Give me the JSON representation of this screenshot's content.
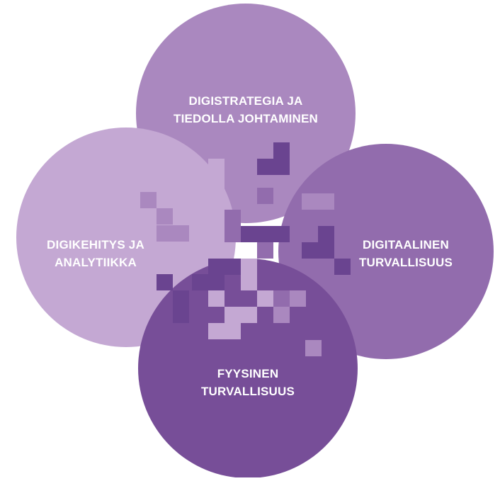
{
  "diagram": {
    "circles": [
      {
        "id": "top",
        "lines": [
          "DIGISTRATEGIA JA",
          "TIEDOLLA JOHTAMINEN"
        ],
        "color": "#aa88bf"
      },
      {
        "id": "left",
        "lines": [
          "DIGIKEHITYS JA",
          "ANALYTIIKKA"
        ],
        "color": "#c4a8d3"
      },
      {
        "id": "right",
        "lines": [
          "DIGITAALINEN",
          "TURVALLISUUS"
        ],
        "color": "#926cad"
      },
      {
        "id": "bottom",
        "lines": [
          "FYYSINEN",
          "TURVALLISUUS"
        ],
        "color": "#774e98"
      }
    ],
    "pixel_colors": {
      "light": "#c4a8d3",
      "mid": "#aa88bf",
      "dark": "#926cad",
      "darkest": "#6a4490"
    }
  }
}
